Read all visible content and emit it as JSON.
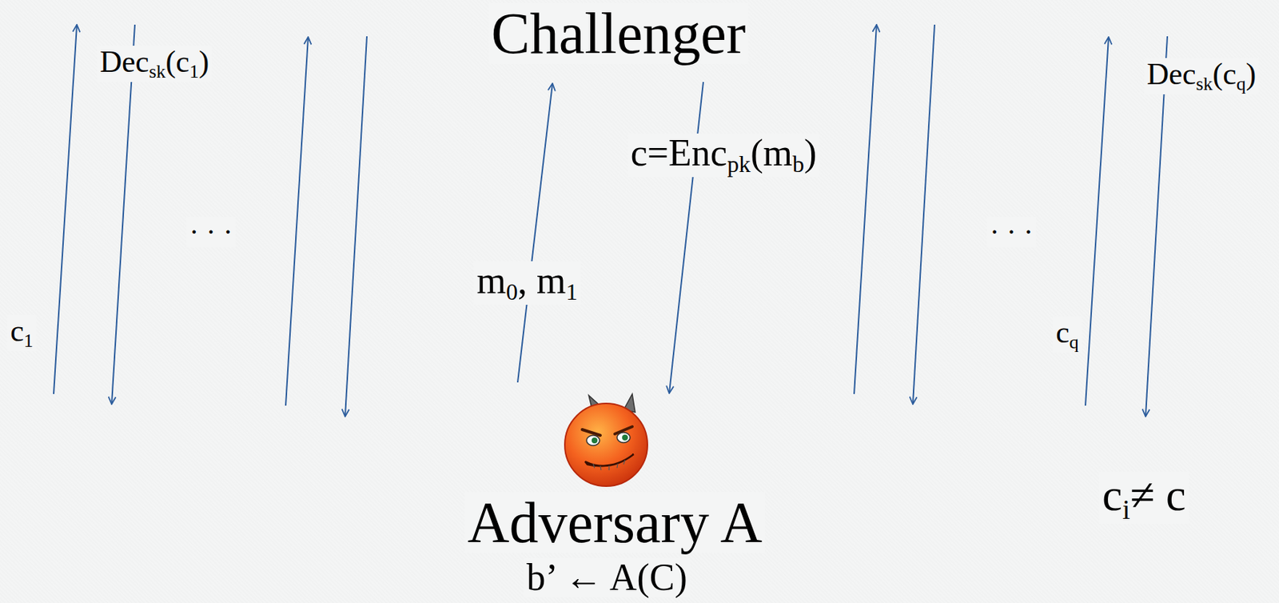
{
  "diagram": {
    "labels": [
      "Challenger",
      "Dec",
      "sk",
      "(c",
      "1",
      ")",
      "Dec",
      "sk",
      "(c",
      "q",
      ")",
      "c=Enc",
      "pk",
      "(m",
      "b",
      ")",
      "· · ·",
      "· · ·",
      "m",
      "0",
      ", m",
      "1",
      "c",
      "1",
      "c",
      "q",
      "c",
      "i",
      "≠ c",
      "Adversary A",
      "b’ ← A(C)"
    ]
  }
}
